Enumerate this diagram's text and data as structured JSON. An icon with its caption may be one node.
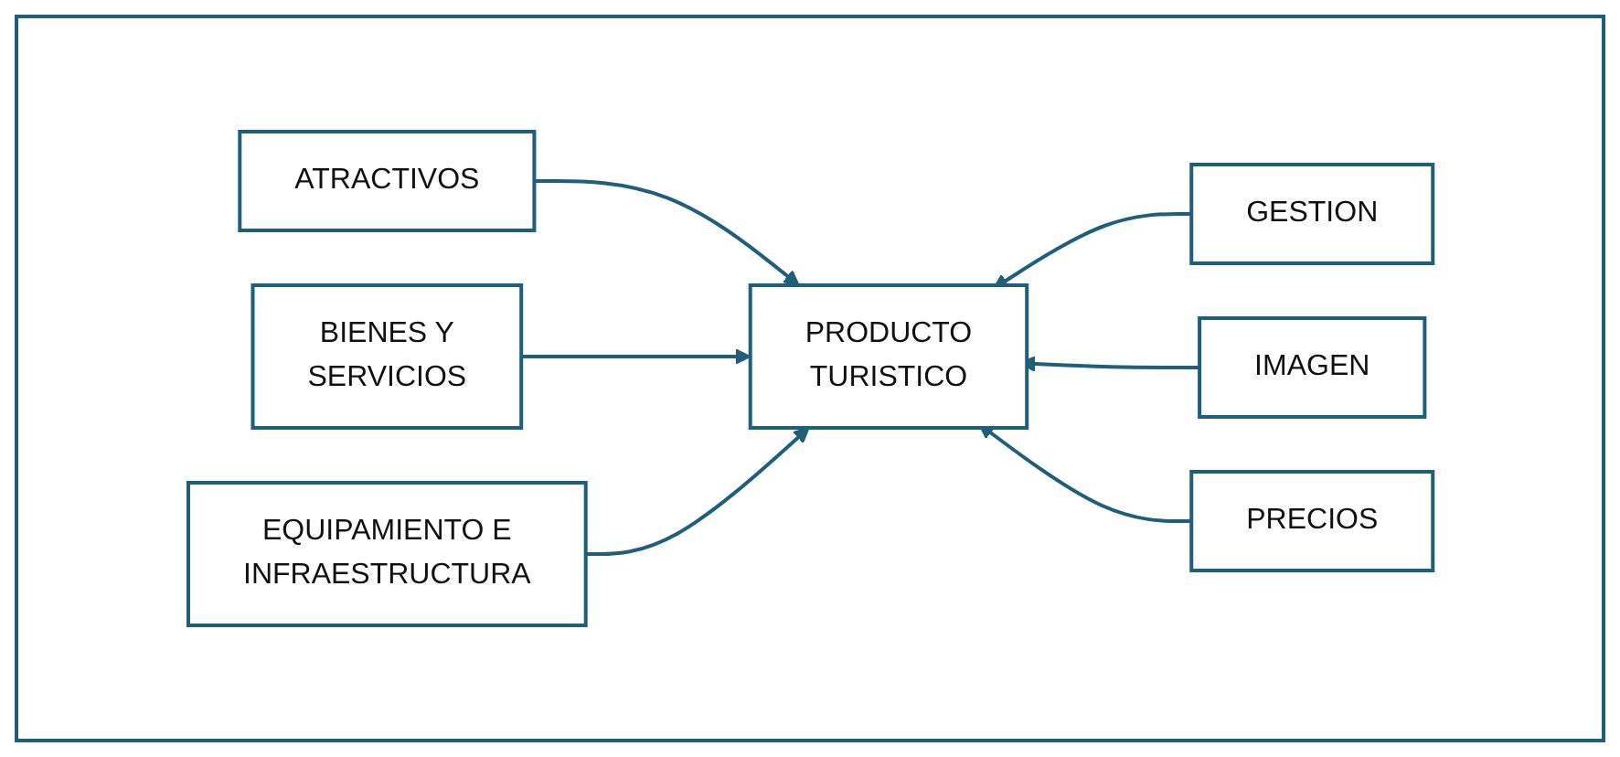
{
  "diagram": {
    "nodes": [
      {
        "text": [
          "ATRACTIVOS"
        ]
      },
      {
        "text": [
          "GESTION"
        ]
      },
      {
        "text": [
          "BIENES Y SERVICIOS"
        ]
      },
      {
        "text": [
          "PRODUCTO TURISTICO"
        ]
      },
      {
        "text": [
          "IMAGEN"
        ]
      },
      {
        "text": [
          "EQUIPAMIENTO E INFRAESTRUCTURA"
        ]
      },
      {
        "text": [
          "PRECIOS"
        ]
      }
    ],
    "edges": [
      {
        "from": 0,
        "to": 3,
        "arrow": "to"
      },
      {
        "from": 1,
        "to": 3,
        "arrow": "to"
      },
      {
        "from": 2,
        "to": 3,
        "arrow": "to"
      },
      {
        "from": 4,
        "to": 3,
        "arrow": "to"
      },
      {
        "from": 5,
        "to": 3,
        "arrow": "to"
      },
      {
        "from": 6,
        "to": 3,
        "arrow": "to"
      }
    ]
  }
}
